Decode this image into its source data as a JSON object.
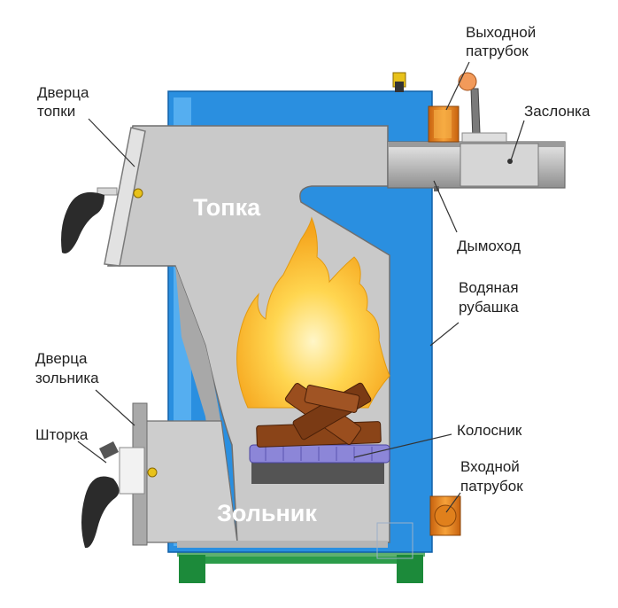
{
  "labels": {
    "door_firebox_1": "Дверца",
    "door_firebox_2": "топки",
    "outlet_pipe_1": "Выходной",
    "outlet_pipe_2": "патрубок",
    "damper": "Заслонка",
    "chimney": "Дымоход",
    "water_jacket_1": "Водяная",
    "water_jacket_2": "рубашка",
    "ash_door_1": "Дверца",
    "ash_door_2": "зольника",
    "shutter": "Шторка",
    "grate": "Колосник",
    "inlet_pipe_1": "Входной",
    "inlet_pipe_2": "патрубок",
    "firebox": "Топка",
    "ashpit": "Зольник"
  },
  "colors": {
    "water_jacket": "#2a8fe0",
    "body_gray": "#c9c9c9",
    "dark_gray": "#8a8a8a",
    "pipe_orange": "#f08a1f",
    "base_green": "#1c8a3a",
    "grate_purple": "#8c86d8",
    "wood_brown": "#7a3a14",
    "flame_yellow": "#ffc52a"
  }
}
